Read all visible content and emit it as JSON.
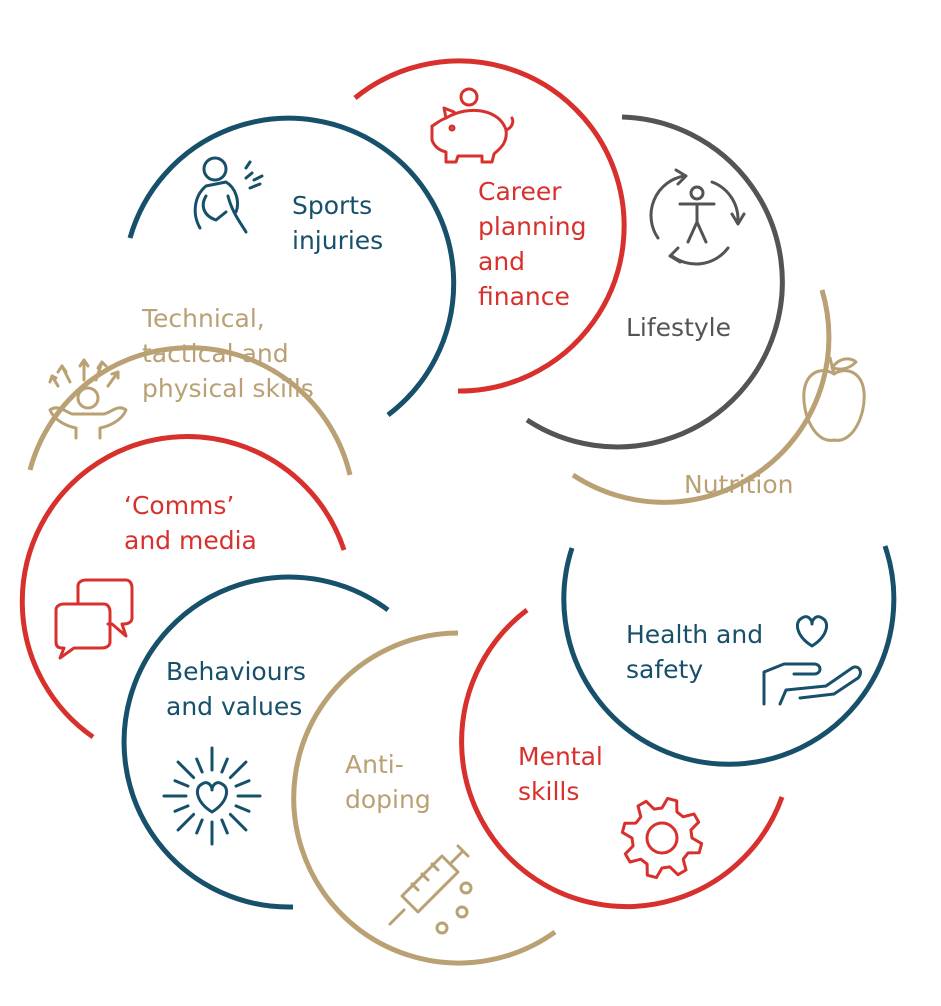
{
  "colors": {
    "red": "#d8312d",
    "navy": "#17506b",
    "gold": "#b9a174",
    "grey": "#545454"
  },
  "segments": [
    {
      "id": "sports-injuries",
      "lines": [
        "Sports",
        "injuries"
      ],
      "color": "navy",
      "icon": "injured-person-icon"
    },
    {
      "id": "career-planning",
      "lines": [
        "Career",
        "planning",
        "and",
        "finance"
      ],
      "color": "red",
      "icon": "piggy-bank-icon"
    },
    {
      "id": "lifestyle",
      "lines": [
        "Lifestyle"
      ],
      "color": "grey",
      "icon": "lifestyle-cycle-icon"
    },
    {
      "id": "nutrition",
      "lines": [
        "Nutrition"
      ],
      "color": "gold",
      "icon": "apple-icon"
    },
    {
      "id": "health-safety",
      "lines": [
        "Health and",
        "safety"
      ],
      "color": "navy",
      "icon": "heart-hand-icon"
    },
    {
      "id": "mental-skills",
      "lines": [
        "Mental",
        "skills"
      ],
      "color": "red",
      "icon": "gear-icon"
    },
    {
      "id": "anti-doping",
      "lines": [
        "Anti-",
        "doping"
      ],
      "color": "gold",
      "icon": "syringe-pills-icon"
    },
    {
      "id": "behaviours-values",
      "lines": [
        "Behaviours",
        "and values"
      ],
      "color": "navy",
      "icon": "radiant-heart-icon"
    },
    {
      "id": "comms-media",
      "lines": [
        "‘Comms’",
        "and media"
      ],
      "color": "red",
      "icon": "speech-bubbles-icon"
    },
    {
      "id": "technical-skills",
      "lines": [
        "Technical,",
        "tactical and",
        "physical skills"
      ],
      "color": "gold",
      "icon": "person-arrows-icon"
    }
  ]
}
